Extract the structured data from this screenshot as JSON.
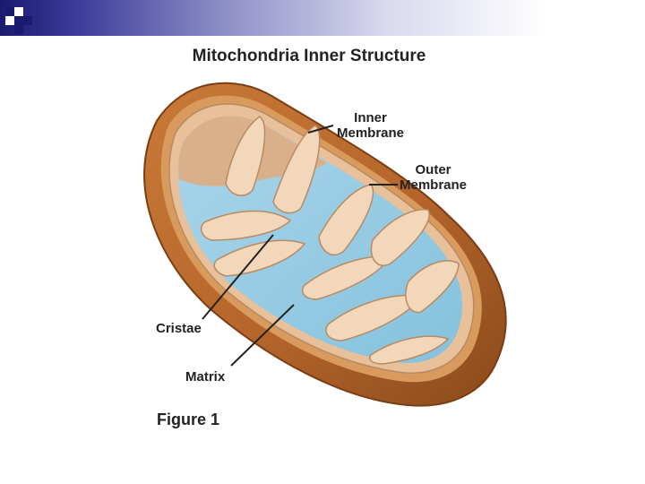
{
  "title": "Mitochondria Inner Structure",
  "labels": {
    "inner_membrane": [
      "Inner",
      "Membrane"
    ],
    "outer_membrane": [
      "Outer",
      "Membrane"
    ],
    "cristae": "Cristae",
    "matrix": "Matrix"
  },
  "caption": "Figure 1",
  "colors": {
    "outer_membrane": "#b86a2a",
    "inner_membrane": "#e8c09a",
    "matrix": "#9ccfe6",
    "header_bar": "#1a1a6e"
  }
}
